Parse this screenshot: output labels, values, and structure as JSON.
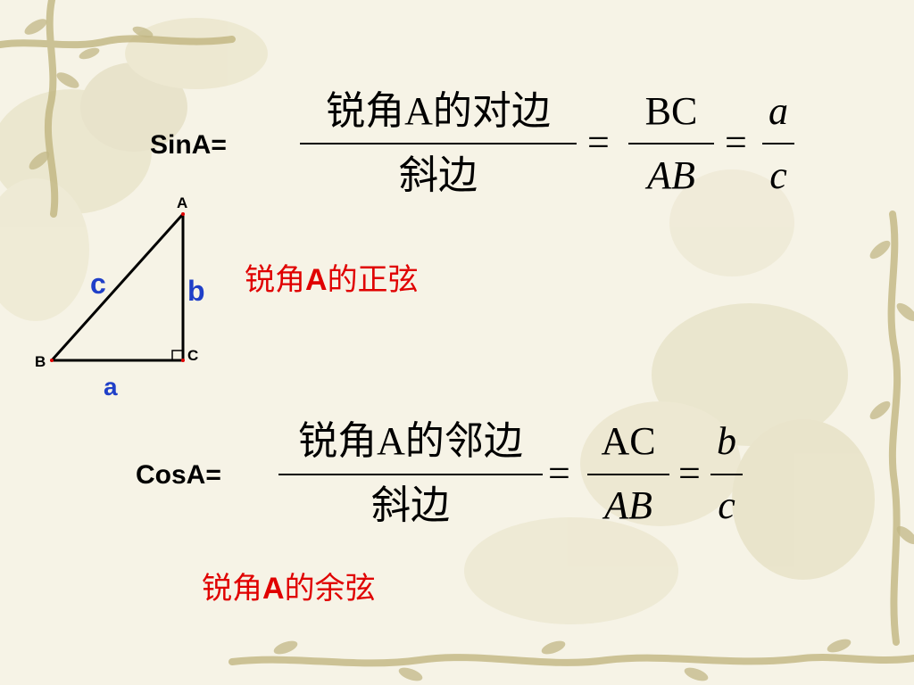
{
  "sin": {
    "label": "SinA=",
    "frac1_num": "锐角A的对边",
    "frac1_den": "斜边",
    "eq1": "=",
    "frac2_num": "BC",
    "frac2_den": "AB",
    "eq2": "=",
    "frac3_num": "a",
    "frac3_den": "c",
    "caption_pre": "锐角",
    "caption_bold": "A",
    "caption_post": "的正弦"
  },
  "cos": {
    "label": "CosA=",
    "frac1_num": "锐角A的邻边",
    "frac1_den": "斜边",
    "eq1": "=",
    "frac2_num": "AC",
    "frac2_den": "AB",
    "eq2": "=",
    "frac3_num": "b",
    "frac3_den": "c",
    "caption_pre": "锐角",
    "caption_bold": "A",
    "caption_post": "的余弦"
  },
  "triangle": {
    "vertex_a": "A",
    "vertex_b": "B",
    "vertex_c": "C",
    "side_a": "a",
    "side_b": "b",
    "side_c": "c"
  },
  "colors": {
    "caption": "#e00000",
    "side_label": "#1f3fc8",
    "background": "#f6f3e6",
    "vine": "#c9c08a"
  }
}
